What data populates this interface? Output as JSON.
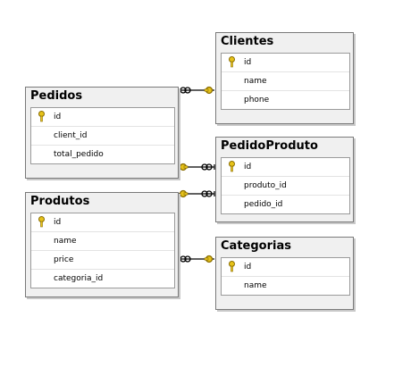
{
  "tables": {
    "clientes": {
      "title": "Clientes",
      "columns": [
        "id",
        "name",
        "phone"
      ]
    },
    "pedidos": {
      "title": "Pedidos",
      "columns": [
        "id",
        "client_id",
        "total_pedido"
      ]
    },
    "pedidoproduto": {
      "title": "PedidoProduto",
      "columns": [
        "id",
        "produto_id",
        "pedido_id"
      ]
    },
    "produtos": {
      "title": "Produtos",
      "columns": [
        "id",
        "name",
        "price",
        "categoria_id"
      ]
    },
    "categorias": {
      "title": "Categorias",
      "columns": [
        "id",
        "name"
      ]
    }
  },
  "primary_key_column": "id",
  "colors": {
    "key": "#d4b106",
    "line": "#000000"
  }
}
